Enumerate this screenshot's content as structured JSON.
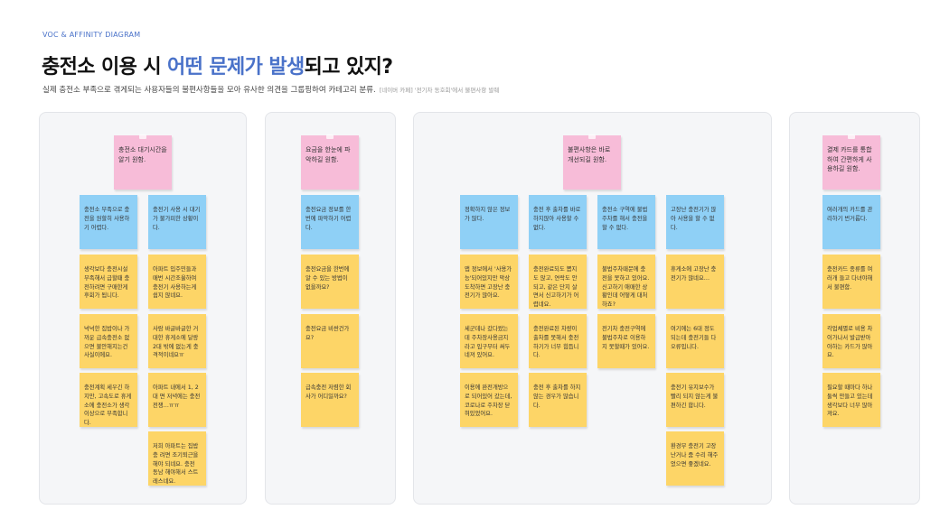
{
  "header": {
    "eyebrow": "VOC & AFFINITY DIAGRAM",
    "title_prefix": "충전소 이용 시 ",
    "title_highlight": "어떤 문제가 발생",
    "title_suffix": "되고 있지?",
    "subtitle": "실제 충전소 부족으로 겪게되는 사용자들의 불편사항들을 모아 유사한 의견을 그룹핑하여 카테고리 분류.",
    "source": "[네이버 카페] '전기차 동호회'에서 불편사항 발췌"
  },
  "colors": {
    "accent": "#4a72c9",
    "pink": "#f7bcd8",
    "blue": "#8fd0f6",
    "yellow": "#fdd567",
    "panel": "#f5f6f8"
  },
  "groups": [
    {
      "header": "충전소 대기시간을 알기 원함.",
      "columns": [
        [
          "충전소 부족으로 충전을 원할히 사용하기 어렵다.",
          "생각보다 충전시설부족해서 급할때 충전하려면 구매한게 후회가 됩니다.",
          "넉넉한 집밥이나 가까운 급속충전소 없으면 불안해지는건 사실이에요.",
          "충전계획 세우긴 하지만, 고속도로 휴게소에 충전소가 생각이상으로 부족합니다."
        ],
        [
          "충전기 사용 시 대기가 불가피한 상황이다.",
          "아파트 입주민들과 매번 시간조율하여 충전기 사용하는게 쉽지 않네요.",
          "사람 바글바글한 거대한 휴게소에 달랑 2대 밖에 없는게 충격적이네요ㅠ",
          "아파트 내에서 1, 2대 면 저녁에는 충전전쟁…ㅠㅠ",
          "저희 아파트는 집밥 충 려면 조기퇴근을 해야 되네요. 충전 동남 해야해서 스트레스네요."
        ]
      ]
    },
    {
      "header": "요금을 한눈에 파악하길 원함.",
      "columns": [
        [
          "충전요금 정보를 한번에 파악하기 어렵다.",
          "충전요금을 한번에 알 수 있는 방법이 없을까요?",
          "충전요금 비싼건가요?",
          "급속충전 저렴한 회사가 어디일까요?"
        ]
      ]
    },
    {
      "header": "불편사항은 바로 개선되길 원함.",
      "columns": [
        [
          "정확하지 않은 정보가 많다.",
          "앱 정보에서 '사용가능'되어있지만 막상 도착하면 고장난 충전기가 많아요.",
          "세군데나 갔다왔는데 주차장사용금지라고 입구부터 써두네져 있어요.",
          "이용에 완전개방으로 되어있어 갔는데, 코로나로 주차장 닫혀있었어요."
        ],
        [
          "충전 후 출차를 바로 하지않아 사용할 수 없다.",
          "충전완료되도 뽑지도 않고, 연락도 안되고, 같은 단지 살면서 신고하기가 어렵네요.",
          "충전완료된 차량이 출차를 못해서 충전하기가 너무 힘듭니다.",
          "충전 후 출차를 하지 않는 경우가 많습니다."
        ],
        [
          "충전소 구역에 불법주차를 해서 충전을 할 수 없다.",
          "불법주차때문에 충전을 못하고 있어요. 신고하기 애매한 상황인데 어떻게 대처하죠?",
          "전기차 충전구역에 불법주차로 이용하지 못할때가 있어요."
        ],
        [
          "고장난 충전기가 많아 사용을 할 수 없다.",
          "휴게소에 고장난 충전기가 많네요…",
          "여기에는 6대 정도 되는데 충전기들 다 오류입니다.",
          "충전기 유지보수가 빨리 되지 않는게 불편하긴 합니다.",
          "환경부 충전기 고장난거나 줌 수리 해주었으면 좋겠네요."
        ]
      ]
    },
    {
      "header": "결제 카드를 통합하여 간편하게 사용하길 원함.",
      "columns": [
        [
          "여러개의 카드를 관리하기 번거롭다.",
          "충전카드 종류를 여러개 들고 다녀야해서 불편함.",
          "각업체별로 비용 차이가나서 발급받아야하는 카드가 많아요.",
          "필요할 때마다 하나둘씩 만들고 있는데 생각보다 너무 많아져요."
        ]
      ]
    }
  ]
}
